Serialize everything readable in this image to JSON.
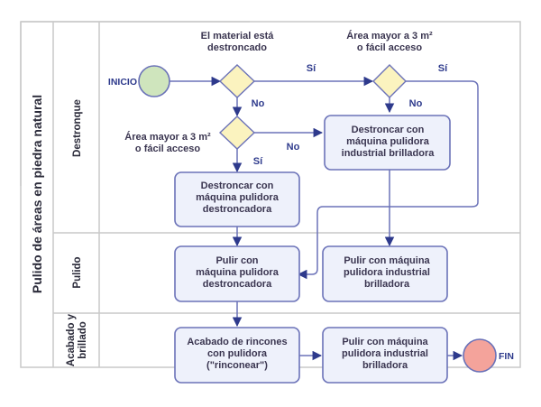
{
  "pool": {
    "title": "Pulido de áreas en piedra natural",
    "lanes": [
      {
        "id": "destronque",
        "label": "Destronque"
      },
      {
        "id": "pulido",
        "label": "Pulido"
      },
      {
        "id": "acabado",
        "label_lines": [
          "Acabado y",
          "brillado"
        ]
      }
    ]
  },
  "events": {
    "start": {
      "label": "INICIO",
      "color": "#cfe5bd"
    },
    "end": {
      "label": "FIN",
      "color": "#f4a39b"
    }
  },
  "gateways": {
    "g1": {
      "question_lines": [
        "El material está",
        "destroncado"
      ]
    },
    "g2": {
      "question_lines": [
        "Área mayor a 3 m²",
        "o fácil acceso"
      ]
    },
    "g3": {
      "question_lines": [
        "Área mayor a 3 m²",
        "o fácil acceso"
      ]
    }
  },
  "tasks": {
    "t1": {
      "lines": [
        "Destroncar con",
        "máquina pulidora",
        "destroncadora"
      ]
    },
    "t2": {
      "lines": [
        "Destroncar con",
        "máquina pulidora",
        "industrial brilladora"
      ]
    },
    "t3": {
      "lines": [
        "Pulir con",
        "máquina pulidora",
        "destroncadora"
      ]
    },
    "t4": {
      "lines": [
        "Pulir con máquina",
        "pulidora industrial",
        "brilladora"
      ]
    },
    "t5": {
      "lines": [
        "Acabado de rincones",
        "con pulidora",
        "(\"rinconear\")"
      ]
    },
    "t6": {
      "lines": [
        "Pulir con máquina",
        "pulidora industrial",
        "brilladora"
      ]
    }
  },
  "flow_labels": {
    "g1_yes": "Sí",
    "g1_no": "No",
    "g2_yes": "Sí",
    "g2_no": "No",
    "g3_yes": "Sí",
    "g3_no": "No"
  },
  "colors": {
    "line": "#6b72b8",
    "arrow": "#2e3a8c",
    "task_fill": "#eef1fb",
    "gateway_fill": "#fbf3bf"
  }
}
